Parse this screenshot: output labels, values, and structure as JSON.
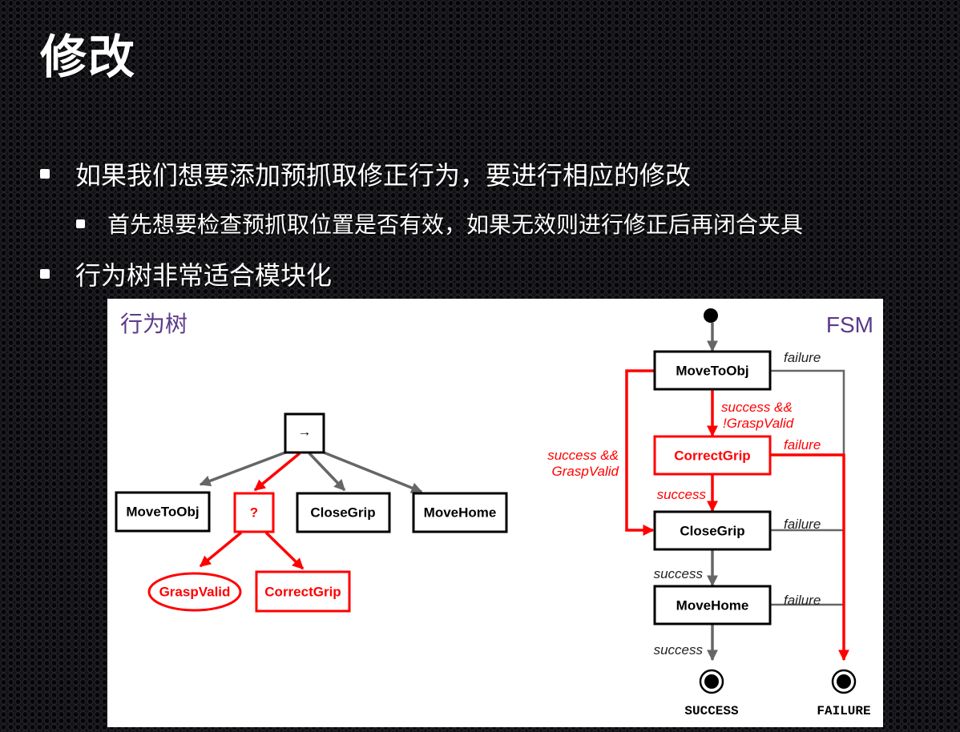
{
  "slide": {
    "title": "修改",
    "bullets": [
      {
        "level": 1,
        "text": "如果我们想要添加预抓取修正行为，要进行相应的修改"
      },
      {
        "level": 2,
        "text": "首先想要检查预抓取位置是否有效，如果无效则进行修正后再闭合夹具"
      },
      {
        "level": 1,
        "text": "行为树非常适合模块化"
      }
    ]
  },
  "diagram": {
    "colors": {
      "highlight": "#ff0000",
      "edge": "#666666",
      "heading": "#5b3a8a"
    },
    "bt": {
      "heading": "行为树",
      "sequence_symbol": "→",
      "fallback_symbol": "?",
      "nodes": [
        "MoveToObj",
        "CloseGrip",
        "MoveHome",
        "GraspValid",
        "CorrectGrip"
      ]
    },
    "fsm": {
      "heading": "FSM",
      "states": [
        "MoveToObj",
        "CorrectGrip",
        "CloseGrip",
        "MoveHome"
      ],
      "labels": {
        "failure": "failure",
        "success": "success",
        "success_not_valid_1": "success &&",
        "success_not_valid_2": "!GraspValid",
        "success_valid_1": "success &&",
        "success_valid_2": "GraspValid"
      },
      "terminals": [
        "SUCCESS",
        "FAILURE"
      ]
    }
  }
}
